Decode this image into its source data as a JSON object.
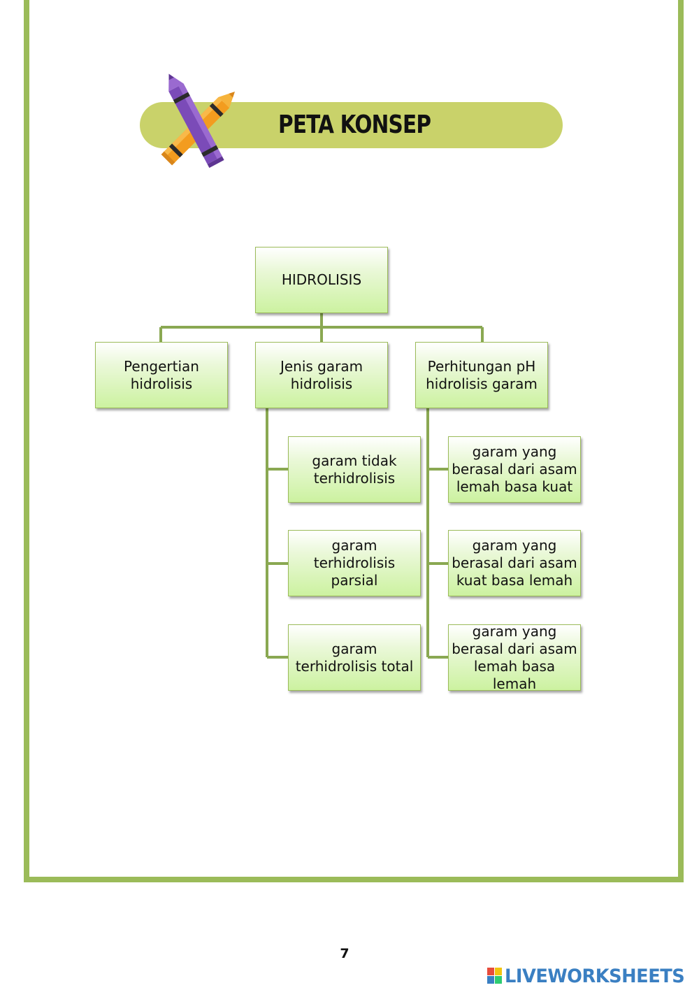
{
  "header": {
    "title": "PETA KONSEP"
  },
  "concept_map": {
    "root": "HIDROLISIS",
    "level1": [
      "Pengertian\nhidrolisis",
      "Jenis garam\nhidrolisis",
      "Perhitungan pH\nhidrolisis garam"
    ],
    "jenis_garam_children": [
      "garam tidak\nterhidrolisis",
      "garam\nterhidrolisis\nparsial",
      "garam\nterhidrolisis total"
    ],
    "perhitungan_children": [
      "garam yang\nberasal dari asam\nlemah basa kuat",
      "garam yang\nberasal dari asam\nkuat basa lemah",
      "garam yang\nberasal dari asam\nlemah basa lemah"
    ]
  },
  "footer": {
    "page_number": "7",
    "watermark": "LIVEWORKSHEETS"
  },
  "colors": {
    "frame": "#9bbb59",
    "banner": "#c9d26a",
    "connector": "#8aa852",
    "box_fill": "#ccf2a0",
    "watermark": "#3a7fc2"
  },
  "icons": {
    "decoration": "crossed-crayons-icon"
  }
}
